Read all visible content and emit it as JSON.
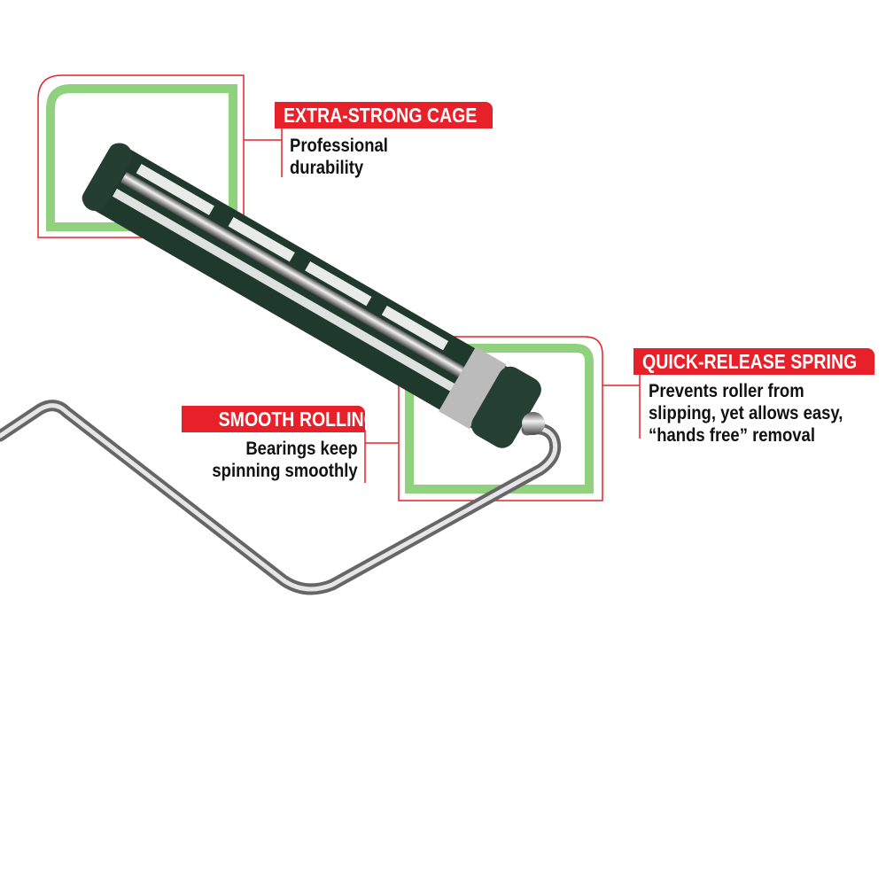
{
  "colors": {
    "accent_red": "#e8202a",
    "frame_green": "#8fd17c",
    "cage_green": "#1f3a2c"
  },
  "callouts": [
    {
      "title": "EXTRA-STRONG CAGE",
      "lines": [
        "Professional",
        "durability"
      ]
    },
    {
      "title": "QUICK-RELEASE SPRING",
      "lines": [
        "Prevents roller from",
        "slipping, yet allows easy,",
        "“hands free” removal"
      ]
    },
    {
      "title": "SMOOTH ROLLING",
      "lines": [
        "Bearings keep",
        "spinning smoothly"
      ]
    }
  ]
}
